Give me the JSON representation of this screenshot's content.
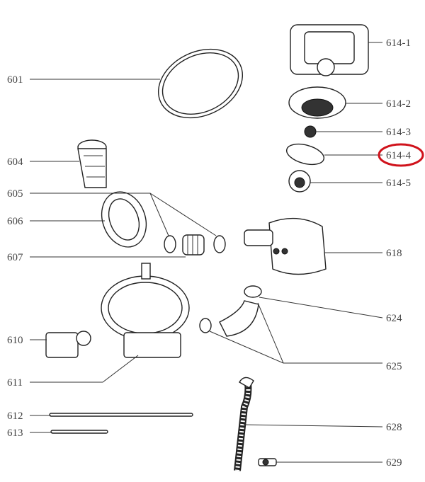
{
  "labels": {
    "p601": "601",
    "p604": "604",
    "p605": "605",
    "p606": "606",
    "p607": "607",
    "p610": "610",
    "p611": "611",
    "p612": "612",
    "p613": "613",
    "p614_1": "614-1",
    "p614_2": "614-2",
    "p614_3": "614-3",
    "p614_4": "614-4",
    "p614_5": "614-5",
    "p618": "618",
    "p624": "624",
    "p625": "625",
    "p628": "628",
    "p629": "629"
  },
  "highlight": {
    "label": "614-4",
    "color": "#d0121b"
  }
}
